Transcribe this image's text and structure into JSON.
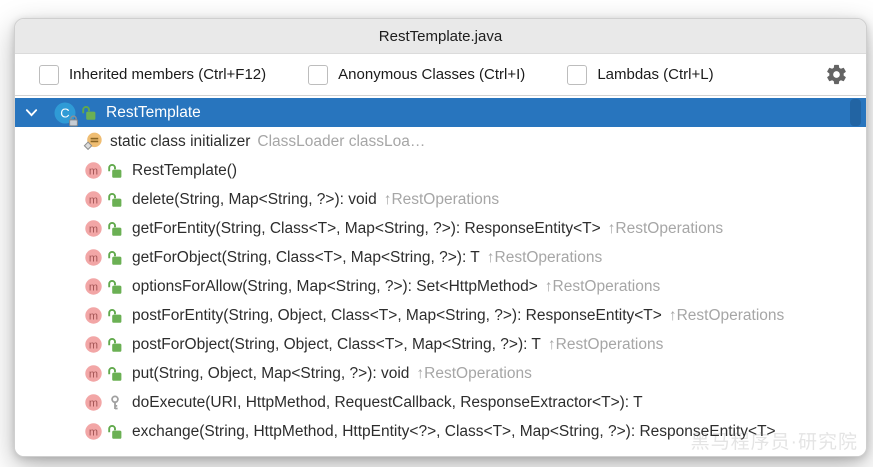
{
  "window": {
    "title": "RestTemplate.java"
  },
  "toolbar": {
    "checkboxes": [
      {
        "label": "Inherited members (Ctrl+F12)",
        "checked": false
      },
      {
        "label": "Anonymous Classes (Ctrl+I)",
        "checked": false
      },
      {
        "label": "Lambdas (Ctrl+L)",
        "checked": false
      }
    ],
    "gear_icon": "settings-gear-icon"
  },
  "tree": {
    "root": {
      "label": "RestTemplate",
      "icon": "class-icon",
      "badge_icon": "readonly-lock-badge-icon",
      "modifier_icon": "public-lock-icon",
      "selected": true,
      "expanded": true
    },
    "members": [
      {
        "icon": "static-initializer",
        "name": "static class initializer",
        "detail": "ClassLoader classLoa…"
      },
      {
        "icon": "method",
        "modifier": "public",
        "name": "RestTemplate()",
        "inherited": ""
      },
      {
        "icon": "method",
        "modifier": "public",
        "name": "delete(String, Map<String, ?>): void",
        "inherited": "↑RestOperations"
      },
      {
        "icon": "method",
        "modifier": "public",
        "name": "getForEntity(String, Class<T>, Map<String, ?>): ResponseEntity<T>",
        "inherited": "↑RestOperations"
      },
      {
        "icon": "method",
        "modifier": "public",
        "name": "getForObject(String, Class<T>, Map<String, ?>): T",
        "inherited": "↑RestOperations"
      },
      {
        "icon": "method",
        "modifier": "public",
        "name": "optionsForAllow(String, Map<String, ?>): Set<HttpMethod>",
        "inherited": "↑RestOperations"
      },
      {
        "icon": "method",
        "modifier": "public",
        "name": "postForEntity(String, Object, Class<T>, Map<String, ?>): ResponseEntity<T>",
        "inherited": "↑RestOperations"
      },
      {
        "icon": "method",
        "modifier": "public",
        "name": "postForObject(String, Object, Class<T>, Map<String, ?>): T",
        "inherited": "↑RestOperations"
      },
      {
        "icon": "method",
        "modifier": "public",
        "name": "put(String, Object, Map<String, ?>): void",
        "inherited": "↑RestOperations"
      },
      {
        "icon": "method",
        "modifier": "protected",
        "name": "doExecute(URI, HttpMethod, RequestCallback, ResponseExtractor<T>): T",
        "inherited": ""
      },
      {
        "icon": "method",
        "modifier": "public",
        "name": "exchange(String, HttpMethod, HttpEntity<?>, Class<T>, Map<String, ?>): ResponseEntity<T>",
        "inherited": ""
      }
    ]
  },
  "watermark": "黑马程序员·研究院",
  "colors": {
    "selection_blue": "#2875BE",
    "title_bar_gray": "#E9E9E9",
    "row_text": "#2D2D2D",
    "secondary_text": "#A6A6A6",
    "method_icon_pink": "#F2A6A6",
    "public_lock_green": "#6BB054",
    "class_icon_blue": "#2F9BD6",
    "static_init_orange": "#EFBD72"
  }
}
